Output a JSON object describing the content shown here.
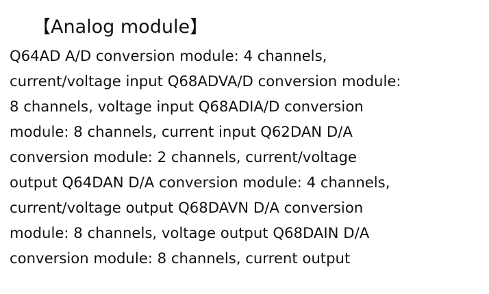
{
  "heading": {
    "open_bracket": "【",
    "title": "Analog module",
    "close_bracket": "】"
  },
  "body_lines": [
    "Q64AD A/D conversion module: 4 channels,",
    "current/voltage input Q68ADVA/D conversion module:",
    "8 channels, voltage input Q68ADIA/D conversion",
    "module: 8 channels, current input Q62DAN D/A",
    "conversion module: 2 channels, current/voltage",
    "output Q64DAN D/A conversion module: 4 channels,",
    "current/voltage output Q68DAVN D/A conversion",
    "module: 8 channels, voltage output Q68DAIN D/A",
    "conversion module: 8 channels, current output"
  ]
}
